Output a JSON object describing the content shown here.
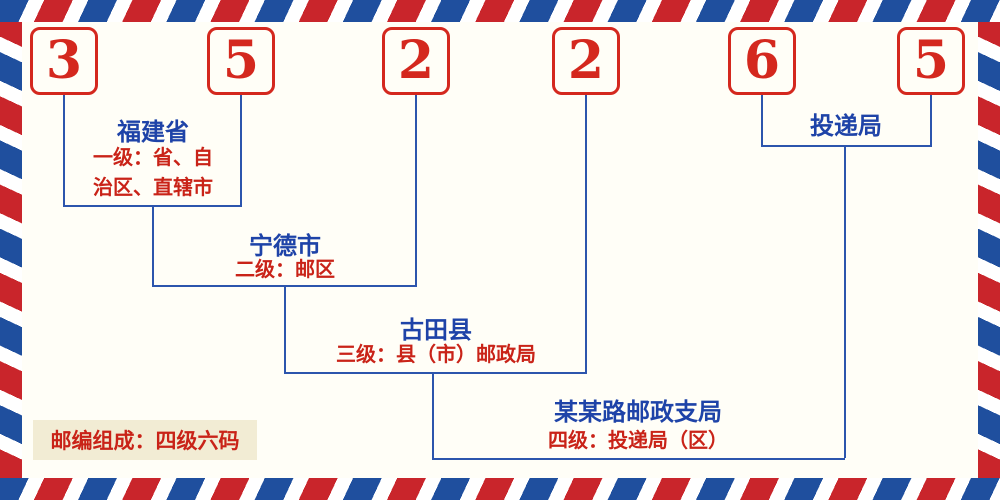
{
  "postal_code": {
    "digits": [
      "3",
      "5",
      "2",
      "2",
      "6",
      "5"
    ]
  },
  "labels": {
    "level1": {
      "place": "福建省",
      "desc": "一级：省、自\n治区、直辖市"
    },
    "level2": {
      "place": "宁德市",
      "desc": "二级：邮区"
    },
    "level3": {
      "place": "古田县",
      "desc": "三级：县（市）邮政局"
    },
    "level4": {
      "place": "某某路邮政支局",
      "desc": "四级：投递局（区）"
    },
    "delivery": {
      "place": "投递局"
    }
  },
  "footer": {
    "note": "邮编组成：四级六码"
  },
  "colors": {
    "digit_red": "#d4281e",
    "label_blue": "#1e43a8",
    "desc_red": "#c92318",
    "line_blue": "#2c55ad",
    "stripe_red": "#c9252b",
    "stripe_blue": "#1f4f9e"
  }
}
